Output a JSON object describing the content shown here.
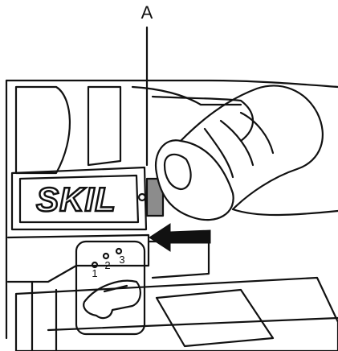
{
  "callout": {
    "label": "A"
  },
  "brand": {
    "logo_text": "SKIL"
  },
  "dial": {
    "numbers": [
      "1",
      "2",
      "3"
    ]
  },
  "colors": {
    "ink": "#111111",
    "paper": "#ffffff",
    "switch": "#8c8c8c"
  },
  "icons": {
    "arrow": "arrow-left-icon"
  }
}
